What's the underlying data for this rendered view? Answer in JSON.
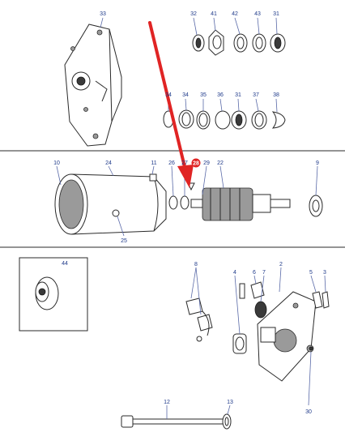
{
  "callouts": {
    "c33": "33",
    "c32": "32",
    "c41": "41",
    "c42": "42",
    "c43": "43",
    "c31a": "31",
    "c34a": "34",
    "c34b": "34",
    "c35": "35",
    "c36": "36",
    "c31b": "31",
    "c37": "37",
    "c38": "38",
    "c10": "10",
    "c24": "24",
    "c11": "11",
    "c26": "26",
    "c27": "27",
    "c28": "28",
    "c29": "29",
    "c22": "22",
    "c9": "9",
    "c25": "25",
    "c44": "44",
    "c8": "8",
    "c4": "4",
    "c6": "6",
    "c7": "7",
    "c2": "2",
    "c5": "5",
    "c3": "3",
    "c30": "30",
    "c12": "12",
    "c13": "13"
  },
  "highlight": {
    "part": "28",
    "color": "#e02424"
  },
  "arrow": {
    "color": "#e02424",
    "points_to": "28"
  }
}
